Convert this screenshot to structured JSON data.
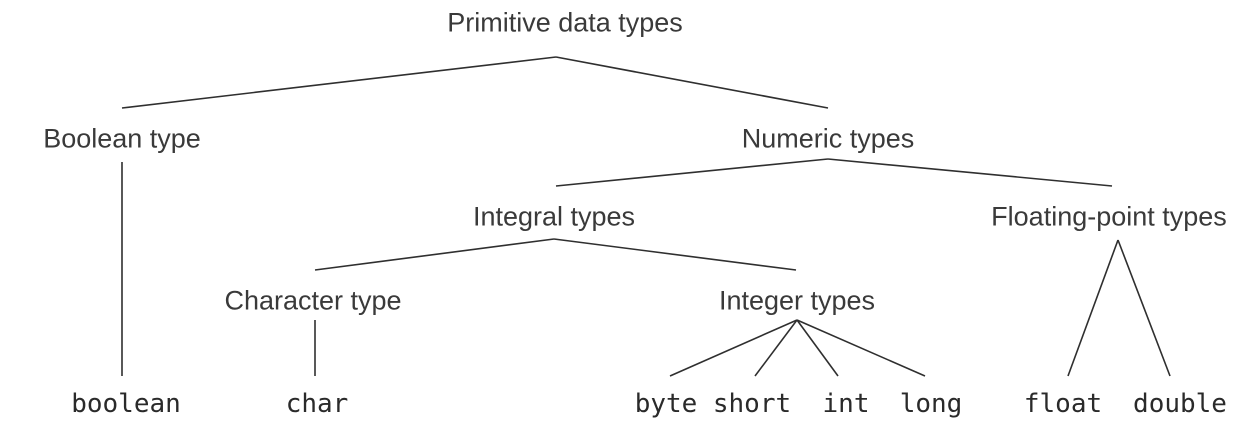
{
  "diagram": {
    "nodes": {
      "root": "Primitive data types",
      "boolean_type": "Boolean type",
      "numeric_types": "Numeric types",
      "integral_types": "Integral types",
      "floating_types": "Floating-point types",
      "character_type": "Character type",
      "integer_types": "Integer types",
      "kw_boolean": "boolean",
      "kw_char": "char",
      "kw_byte": "byte",
      "kw_short": "short",
      "kw_int": "int",
      "kw_long": "long",
      "kw_float": "float",
      "kw_double": "double"
    },
    "edges": [
      [
        "root",
        "boolean_type"
      ],
      [
        "root",
        "numeric_types"
      ],
      [
        "numeric_types",
        "integral_types"
      ],
      [
        "numeric_types",
        "floating_types"
      ],
      [
        "integral_types",
        "character_type"
      ],
      [
        "integral_types",
        "integer_types"
      ],
      [
        "boolean_type",
        "kw_boolean"
      ],
      [
        "character_type",
        "kw_char"
      ],
      [
        "integer_types",
        "kw_byte"
      ],
      [
        "integer_types",
        "kw_short"
      ],
      [
        "integer_types",
        "kw_int"
      ],
      [
        "integer_types",
        "kw_long"
      ],
      [
        "floating_types",
        "kw_float"
      ],
      [
        "floating_types",
        "kw_double"
      ]
    ]
  }
}
